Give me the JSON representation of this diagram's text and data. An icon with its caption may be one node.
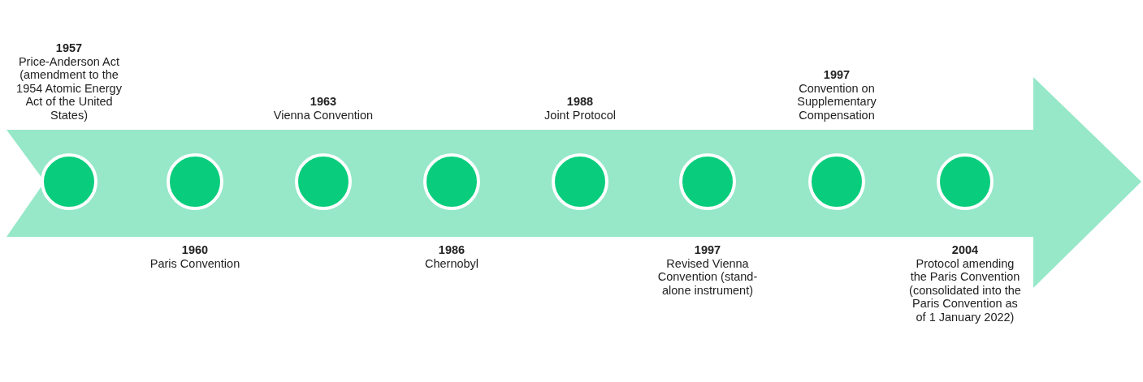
{
  "diagram": {
    "nodes": [
      {
        "text": [],
        "shape": "circle",
        "beside": [
          "1957",
          "Price-Anderson Act (amendment to the 1954 Atomic Energy Act of the United States)"
        ]
      },
      {
        "text": [],
        "shape": "circle",
        "beside": [
          "1960",
          "Paris Convention"
        ]
      },
      {
        "text": [],
        "shape": "circle",
        "beside": [
          "1963",
          "Vienna Convention"
        ]
      },
      {
        "text": [],
        "shape": "circle",
        "beside": [
          "1986",
          "Chernobyl"
        ]
      },
      {
        "text": [],
        "shape": "circle",
        "beside": [
          "1988",
          "Joint Protocol"
        ]
      },
      {
        "text": [],
        "shape": "circle",
        "beside": [
          "1997",
          "Revised Vienna Convention (stand-alone instrument)"
        ]
      },
      {
        "text": [],
        "shape": "circle",
        "beside": [
          "1997",
          "Convention on Supplementary Compensation"
        ]
      },
      {
        "text": [],
        "shape": "circle",
        "beside": [
          "2004",
          "Protocol amending the Paris Convention (consolidated into the Paris Convention as of 1 January 2022)"
        ]
      }
    ]
  }
}
